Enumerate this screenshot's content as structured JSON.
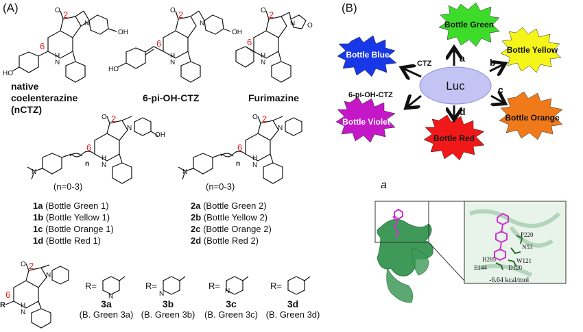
{
  "panel_a": {
    "label": "(A)",
    "compounds": {
      "nctz_line1": "native",
      "nctz_line2": "coelenterazine",
      "nctz_line3": "(nCTZ)",
      "pioh": "6-pi-OH-CTZ",
      "furimazine": "Furimazine"
    },
    "series1": {
      "n_label": "(n=0-3)",
      "items": [
        {
          "id": "1a",
          "name": "(Bottle Green 1)"
        },
        {
          "id": "1b",
          "name": "(Bottle Yellow 1)"
        },
        {
          "id": "1c",
          "name": "(Bottle Orange 1)"
        },
        {
          "id": "1d",
          "name": "(Bottle Red 1)"
        }
      ]
    },
    "series2": {
      "n_label": "(n=0-3)",
      "items": [
        {
          "id": "2a",
          "name": "(Bottle Green 2)"
        },
        {
          "id": "2b",
          "name": "(Bottle Yellow 2)"
        },
        {
          "id": "2c",
          "name": "(Bottle Orange 2)"
        },
        {
          "id": "2d",
          "name": "(Bottle Red 2)"
        }
      ]
    },
    "series3": {
      "r_prefix": "R=",
      "items": [
        {
          "id": "3a",
          "name": "(B. Green 3a)"
        },
        {
          "id": "3b",
          "name": "(B. Green 3b)"
        },
        {
          "id": "3c",
          "name": "(B. Green 3c)"
        },
        {
          "id": "3d",
          "name": "(B. Green 3d)"
        }
      ]
    },
    "atom_labels": {
      "two": "2",
      "six": "6",
      "n": "n",
      "R": "R"
    }
  },
  "panel_b": {
    "label": "(B)",
    "center": "Luc",
    "bursts": {
      "green": {
        "text": "Bottle Green",
        "color": "#3ddc2a"
      },
      "yellow": {
        "text": "Bottle Yellow",
        "color": "#f5f51a"
      },
      "orange": {
        "text": "Bottle Orange",
        "color": "#f07a1a"
      },
      "red": {
        "text": "Bottle Red",
        "color": "#f01818"
      },
      "violet": {
        "text": "Bottle Violet",
        "color": "#c418c8"
      },
      "blue": {
        "text": "Bottle Blue",
        "color": "#1838e8"
      }
    },
    "arrow_labels": {
      "a": "a",
      "b": "b",
      "c": "c",
      "d": "d"
    },
    "substrate_labels": {
      "ctz": "CTZ",
      "pioh": "6-pi-OH-CTZ"
    },
    "docking": {
      "label": "a",
      "residues": [
        "P220",
        "N53",
        "W121",
        "D120",
        "H285",
        "E144"
      ],
      "energy": "-6.64 kcal/mol"
    }
  }
}
